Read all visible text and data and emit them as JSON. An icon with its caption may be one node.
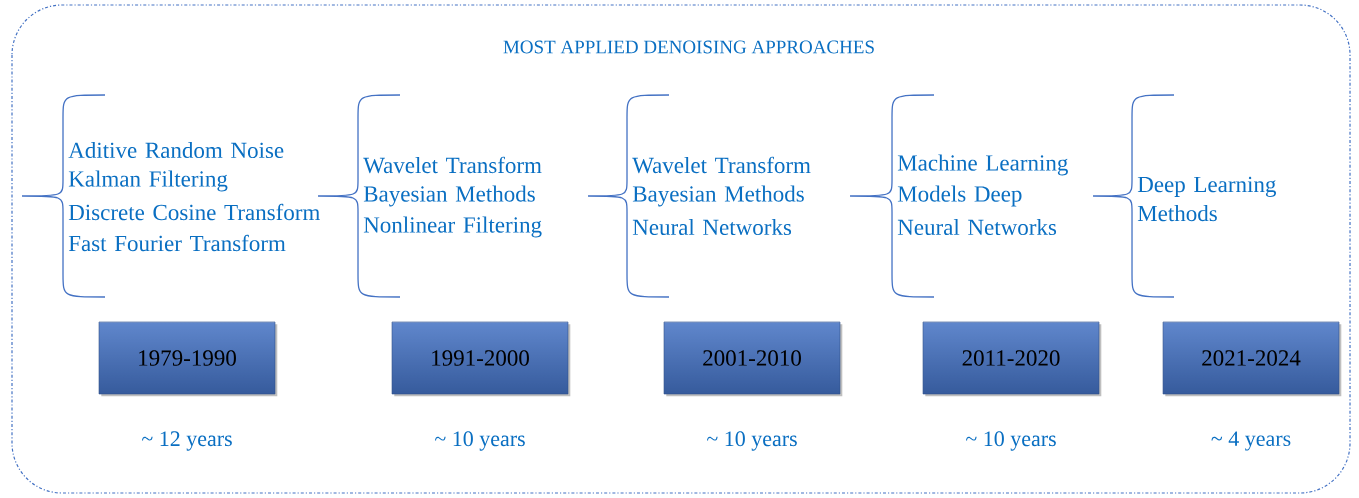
{
  "diagram": {
    "title": "MOST APPLIED DENOISING APPROACHES",
    "nodes": [
      {
        "text": [
          "1979-1990"
        ],
        "beside": [
          "~ 12 years"
        ]
      },
      {
        "text": [
          "1991-2000"
        ],
        "beside": [
          "~ 10 years"
        ]
      },
      {
        "text": [
          "2001-2010"
        ],
        "beside": [
          "~ 10 years"
        ]
      },
      {
        "text": [
          "2011-2020"
        ],
        "beside": [
          "~ 10 years"
        ]
      },
      {
        "text": [
          "2021-2024"
        ],
        "beside": [
          "~ 4 years"
        ]
      }
    ],
    "labels": [
      "Aditive Random Noise",
      "Kalman Filtering",
      "Discrete Cosine Transform",
      "Fast Fourier Transform",
      "Wavelet Transform",
      "Bayesian Methods",
      "Nonlinear Filtering",
      "Wavelet Transform",
      "Bayesian Methods",
      "Neural Networks",
      "Machine Learning",
      "Models Deep",
      "Neural Networks",
      "Deep Learning Methods"
    ]
  }
}
